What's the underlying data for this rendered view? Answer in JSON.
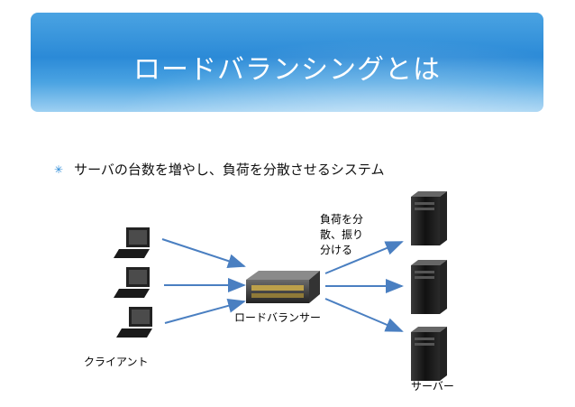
{
  "title": "ロードバランシングとは",
  "bullet": "サーバの台数を増やし、負荷を分散させるシステム",
  "labels": {
    "clients": "クライアント",
    "load_balancer": "ロードバランサー",
    "servers": "サーバー",
    "distribute_line1": "負荷を分",
    "distribute_line2": "散、振り",
    "distribute_line3": "分ける"
  },
  "colors": {
    "banner": "#2b8ad7",
    "arrow": "#4a7fc1"
  },
  "icons": [
    "laptop-icon",
    "load-balancer-icon",
    "server-icon"
  ]
}
